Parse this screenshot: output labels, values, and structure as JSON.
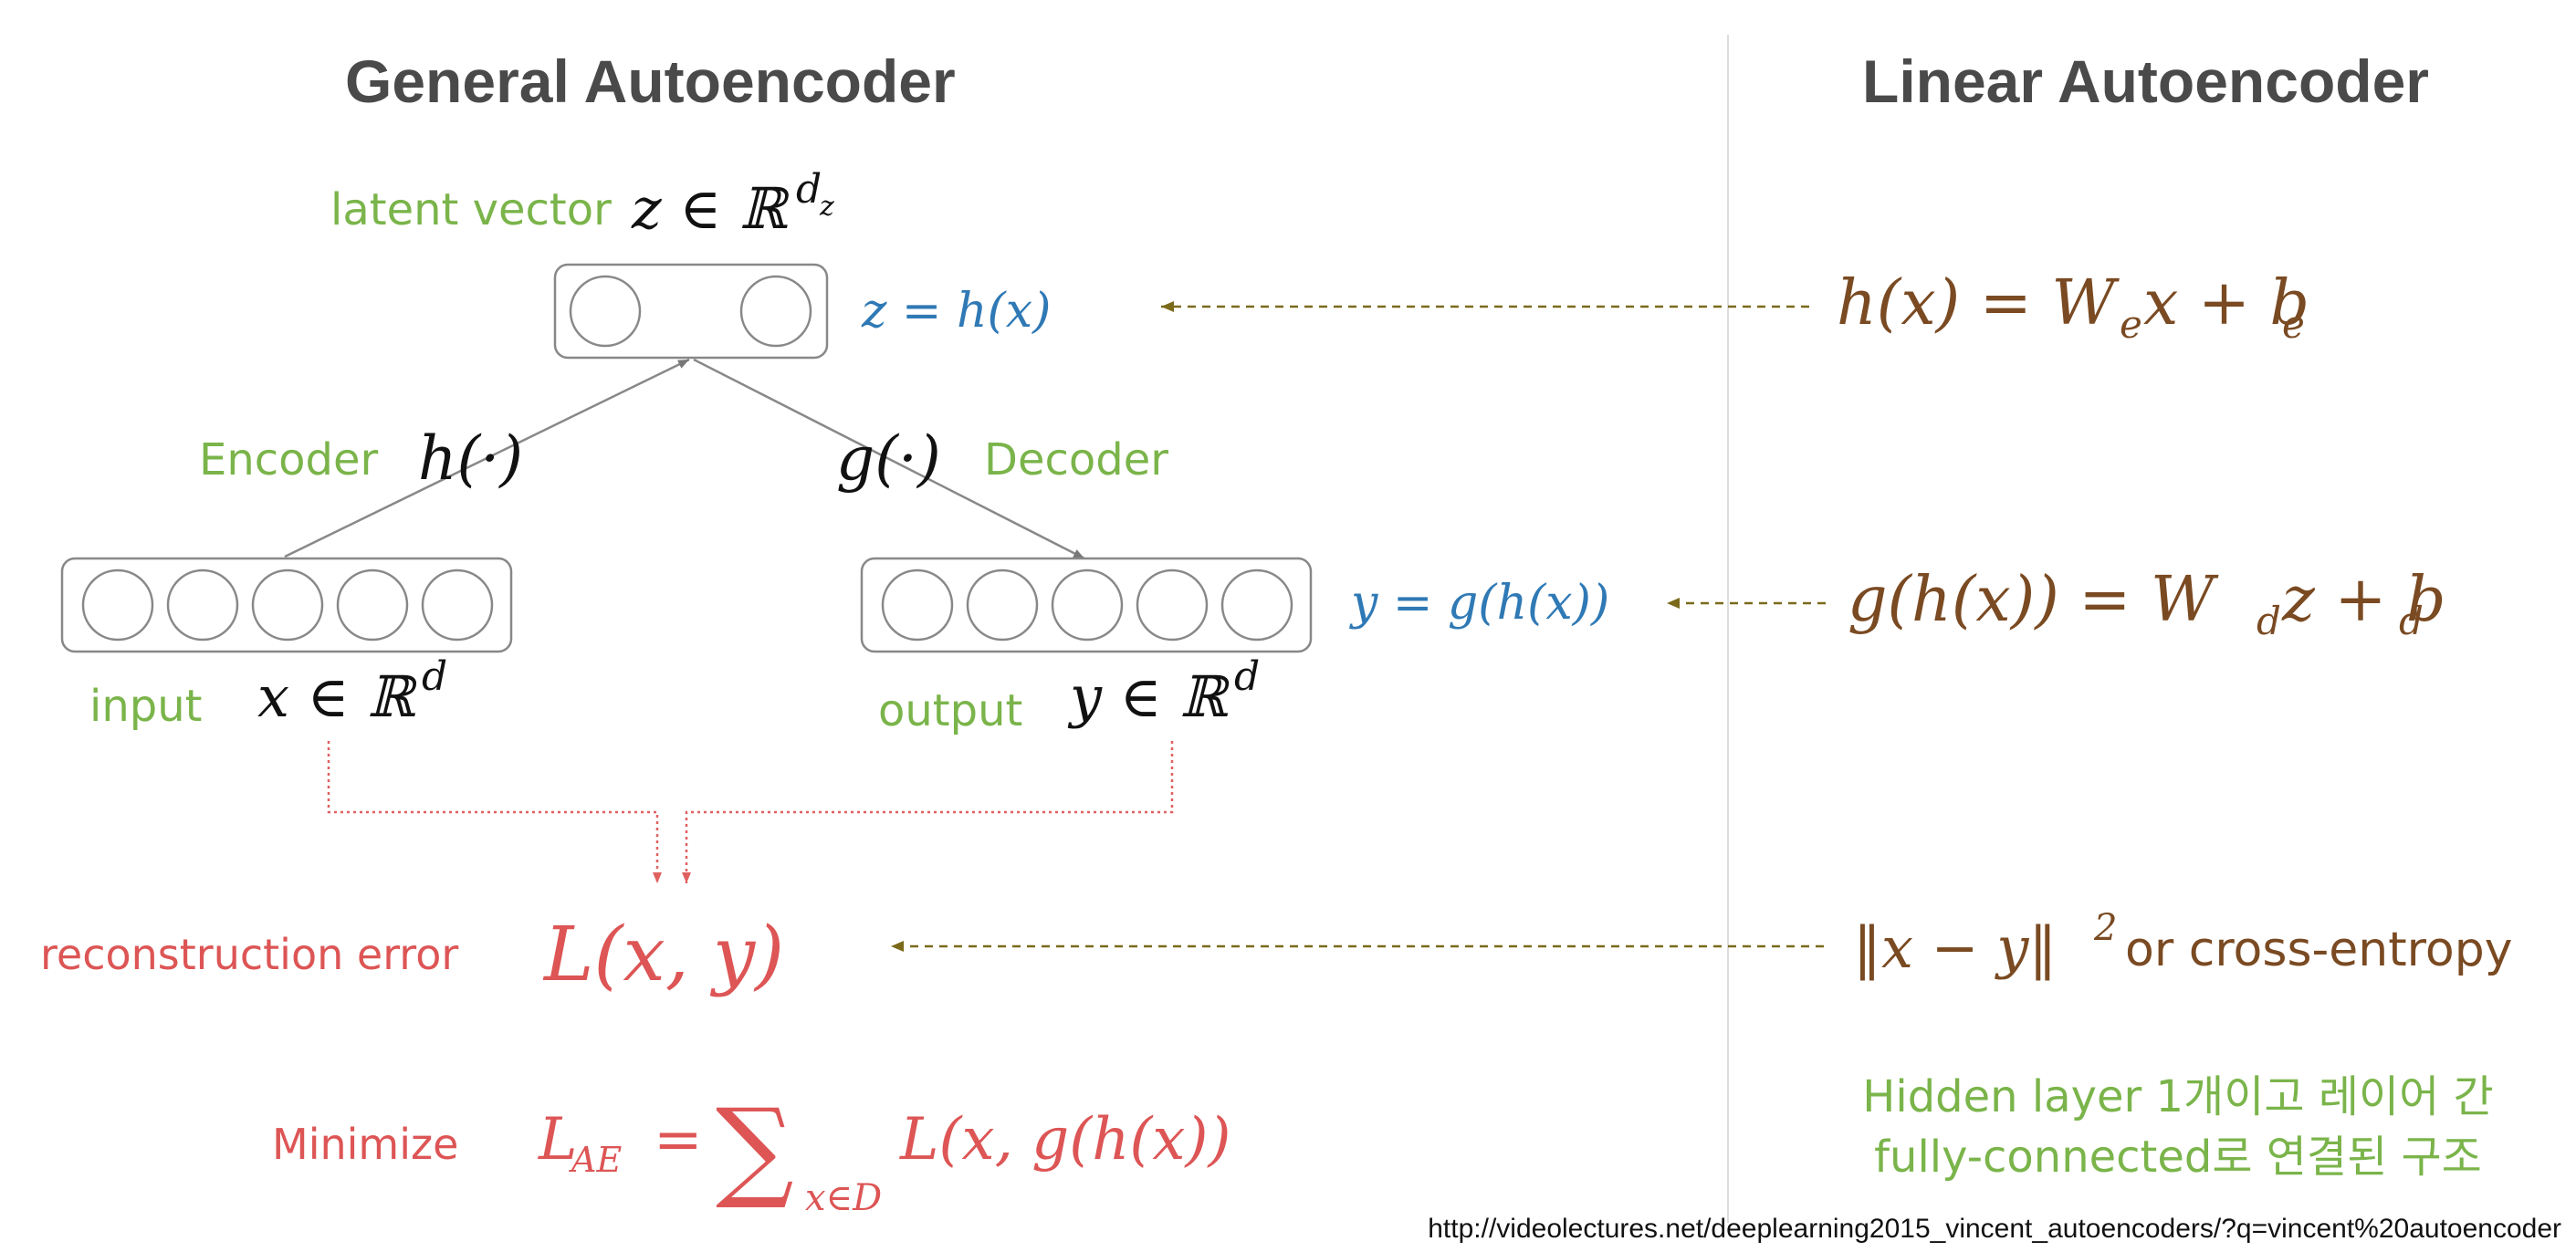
{
  "titles": {
    "left": "General Autoencoder",
    "right": "Linear Autoencoder"
  },
  "labels": {
    "latent": "latent vector",
    "encoder": "Encoder",
    "decoder": "Decoder",
    "input": "input",
    "output": "output",
    "reconstruction": "reconstruction error",
    "minimize": "Minimize"
  },
  "math": {
    "z_space": "z ∈ ℝ",
    "z_space_sup": "d",
    "z_space_subsup": "z",
    "z_eq": "z = h(x)",
    "h_fn": "h(·)",
    "g_fn": "g(·)",
    "x_space": "x ∈ ℝ",
    "x_space_sup": "d",
    "y_space": "y ∈ ℝ",
    "y_space_sup": "d",
    "y_eq": "y = g(h(x))",
    "loss": "L(x, y)",
    "lae_L": "L",
    "lae_sub": "AE",
    "lae_eq": "=",
    "sum_symbol": "∑",
    "sum_sub": "x∈D",
    "lae_rhs": "L(x, g(h(x))"
  },
  "linear": {
    "h_lhs": "h(x) = W",
    "h_sub_e": "e",
    "h_mid": "x + b",
    "h_sub_e2": "e",
    "g_lhs": "g(h(x)) = W",
    "g_sub_d": "d",
    "g_mid": "z + b",
    "g_sub_d2": "d",
    "norm": "‖x − y‖",
    "norm_sup": "2",
    "norm_text": "or cross-entropy",
    "note_line1": "Hidden layer 1개이고 레이어 간",
    "note_line2": "fully-connected로 연결된 구조"
  },
  "source_url": "http://videolectures.net/deeplearning2015_vincent_autoencoders/?q=vincent%20autoencoder",
  "colors": {
    "green": "#7ab44a",
    "blue": "#2f79b5",
    "brown": "#7a4a22",
    "red": "#dd5555",
    "olive_arrow": "#7a6a1a"
  }
}
